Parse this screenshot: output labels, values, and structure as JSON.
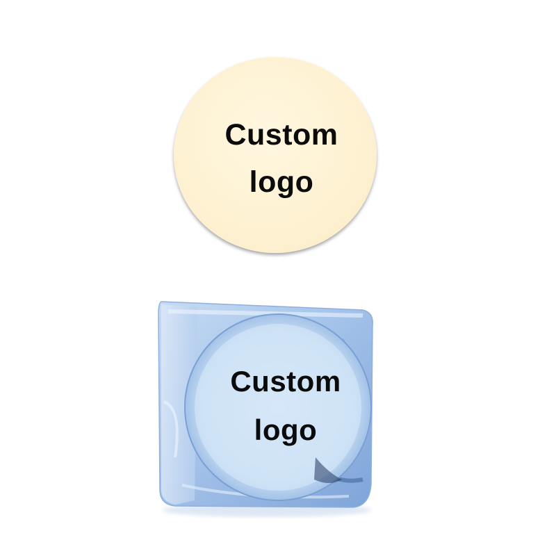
{
  "sticker": {
    "line1": "Custom",
    "line2": "logo",
    "color": "#fdf0cf"
  },
  "ice_cube": {
    "line1": "Custom",
    "line2": "logo",
    "ice_color": "#a9c8ec",
    "circle_color": "#cfe2f6"
  },
  "icons": [
    "round-sticker-icon",
    "ice-cube-icon"
  ]
}
